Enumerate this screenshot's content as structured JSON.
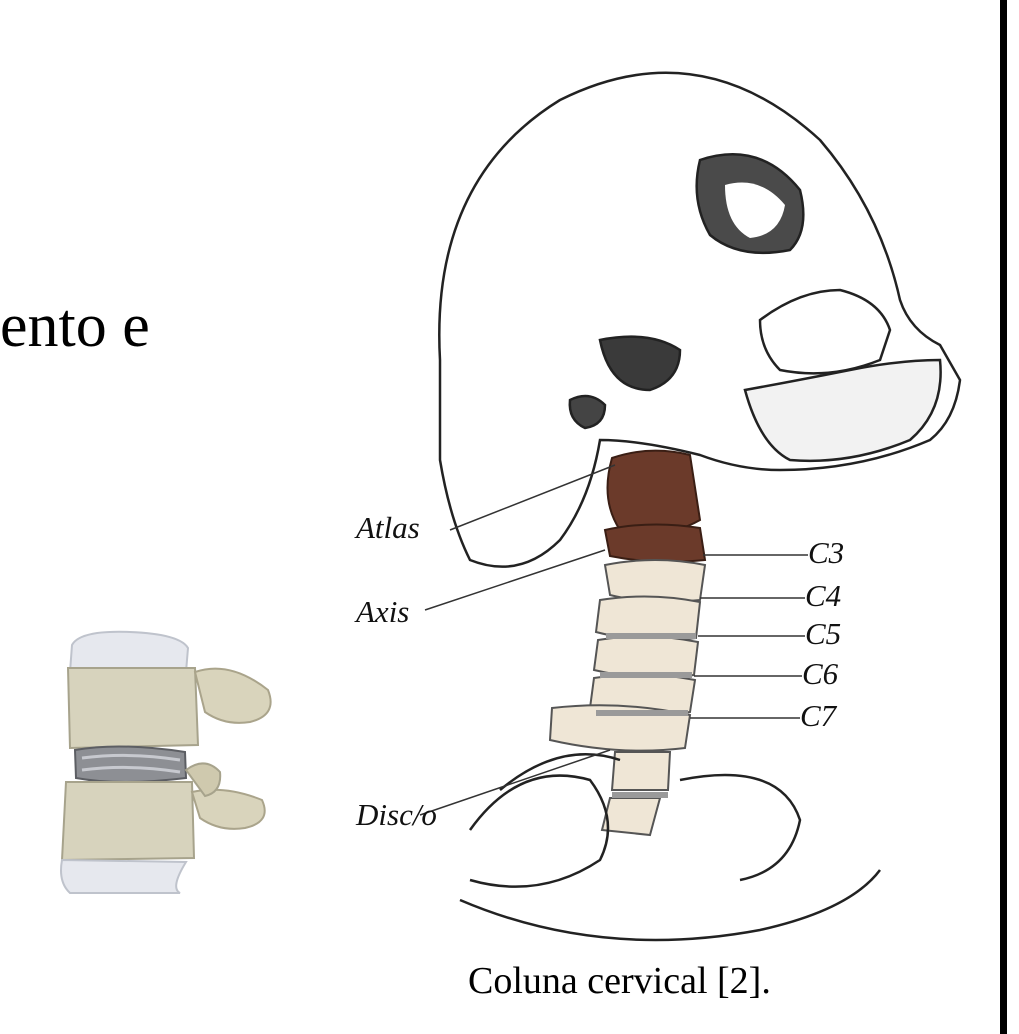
{
  "slide": {
    "partial_text": "ento e"
  },
  "figure": {
    "caption": "Coluna cervical [2].",
    "labels_left": [
      "Atlas",
      "Axis",
      "Disc/o"
    ],
    "labels_right": [
      "C3",
      "C4",
      "C5",
      "C6",
      "C7"
    ]
  },
  "colors": {
    "bone": "#efe6d6",
    "atlas_axis": "#6b3a2a",
    "disc": "#9a9a9a",
    "implant": "#e6e8ee"
  }
}
